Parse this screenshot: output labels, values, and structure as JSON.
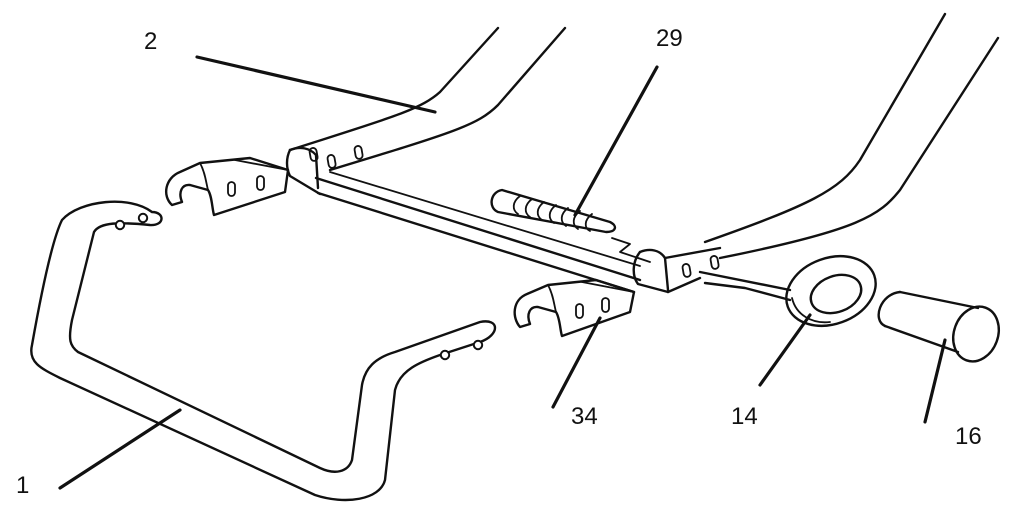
{
  "labels": {
    "part_1": "1",
    "part_2": "2",
    "part_14": "14",
    "part_16": "16",
    "part_29": "29",
    "part_34": "34"
  },
  "style": {
    "line_color": "#111111",
    "background": "#ffffff"
  }
}
